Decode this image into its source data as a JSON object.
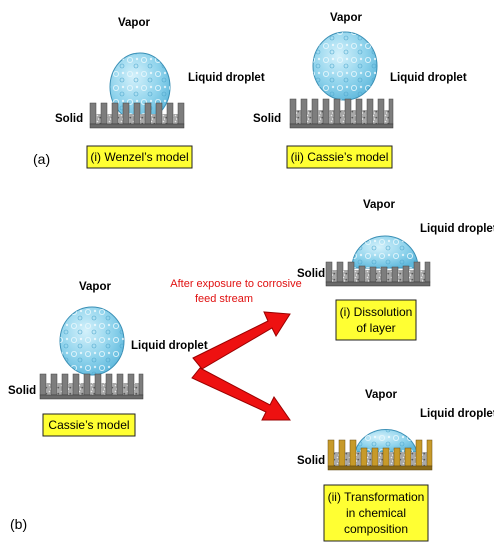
{
  "panel_a": {
    "letter": "(a)",
    "left": {
      "vapor": "Vapor",
      "liquid": "Liquid droplet",
      "solid": "Solid",
      "model": "(i) Wenzel’s model"
    },
    "right": {
      "vapor": "Vapor",
      "liquid": "Liquid droplet",
      "solid": "Solid",
      "model": "(ii) Cassie’s model"
    }
  },
  "panel_b": {
    "letter": "(b)",
    "start": {
      "vapor": "Vapor",
      "liquid": "Liquid droplet",
      "solid": "Solid",
      "model": "Cassie’s model"
    },
    "exposure_line1": "After exposure to corrosive",
    "exposure_line2": "feed stream",
    "top": {
      "vapor": "Vapor",
      "liquid": "Liquid droplet",
      "solid": "Solid",
      "result_line1": "(i) Dissolution",
      "result_line2": "of layer"
    },
    "bottom": {
      "vapor": "Vapor",
      "liquid": "Liquid droplet",
      "solid": "Solid",
      "result_line1": "(ii) Transformation",
      "result_line2": "in chemical",
      "result_line3": "composition"
    }
  },
  "colors": {
    "droplet": "#8fd3ec",
    "droplet_edge": "#3a8fb5",
    "pillar_gray": "#7d7d7d",
    "pillar_gold": "#c79a2a",
    "label_box": "#ffff33",
    "arrow": "#ee1111",
    "exposure_text": "#e01010"
  }
}
